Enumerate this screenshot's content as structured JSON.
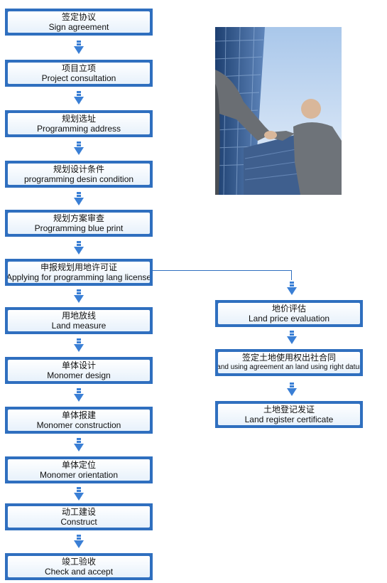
{
  "left_steps": [
    {
      "cn": "签定协议",
      "en": "Sign agreement"
    },
    {
      "cn": "项目立项",
      "en": "Project consultation"
    },
    {
      "cn": "规划选址",
      "en": "Programming address"
    },
    {
      "cn": "规划设计条件",
      "en": "programming desin condition"
    },
    {
      "cn": "规划方案审查",
      "en": "Programming blue print"
    },
    {
      "cn": "申报规划用地许可证",
      "en": "Applying for programming lang license"
    },
    {
      "cn": "用地放线",
      "en": "Land measure"
    },
    {
      "cn": "单体设计",
      "en": "Monomer design"
    },
    {
      "cn": "单体报建",
      "en": "Monomer construction"
    },
    {
      "cn": "单体定位",
      "en": "Monomer orientation"
    },
    {
      "cn": "动工建设",
      "en": "Construct"
    },
    {
      "cn": "竣工验收",
      "en": "Check and accept"
    }
  ],
  "right_steps": [
    {
      "cn": "地价评估",
      "en": "Land price evaluation"
    },
    {
      "cn": "签定土地使用权出社合同",
      "en": "Land using agreement an land using right datum"
    },
    {
      "cn": "土地登记发证",
      "en": "Land register certificate"
    }
  ],
  "colors": {
    "box_border": "#2f6fbf",
    "arrow": "#3a7fd5"
  },
  "image": {
    "icon": "business-handshake-photo"
  }
}
